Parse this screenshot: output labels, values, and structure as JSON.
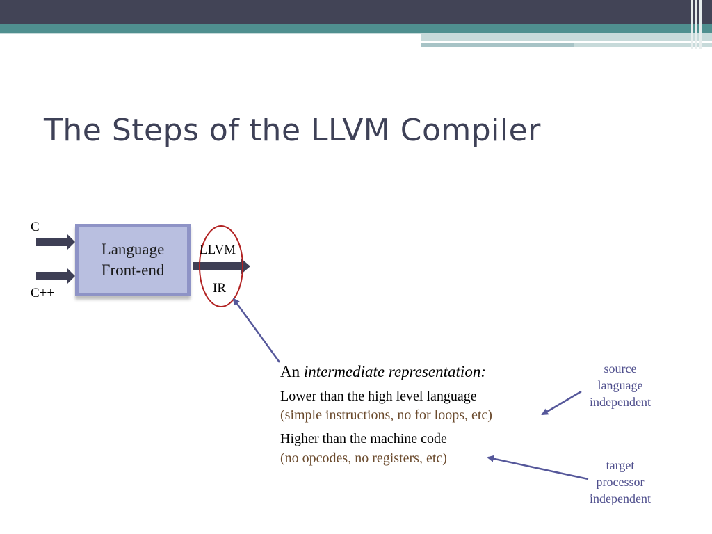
{
  "title": "The Steps of the LLVM Compiler",
  "inputs": {
    "c": "C",
    "cpp": "C++"
  },
  "frontend": {
    "line1": "Language",
    "line2": "Front-end"
  },
  "ir_label": {
    "top": "LLVM",
    "bottom": "IR"
  },
  "ir_description": {
    "prefix": "An ",
    "emphasis": "intermediate representation:",
    "lower": "Lower than the high level language",
    "lower_detail": "(simple instructions, no for loops, etc)",
    "higher": "Higher than the machine code",
    "higher_detail": "(no opcodes, no registers, etc)"
  },
  "notes": {
    "source": [
      "source",
      "language",
      "independent"
    ],
    "target": [
      "target",
      "processor",
      "independent"
    ]
  },
  "colors": {
    "header_dark": "#424456",
    "header_teal": "#4f8f8f",
    "box_fill": "#b9bfe0",
    "box_border": "#8e93c6",
    "arrow": "#3e3f55",
    "ellipse": "#b22222",
    "pointer": "#55579a",
    "note_text": "#4f4f8d"
  }
}
